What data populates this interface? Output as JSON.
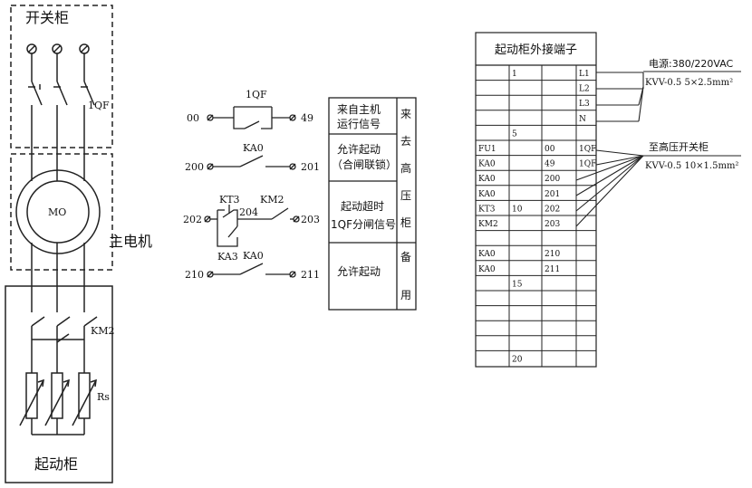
{
  "left": {
    "switchgear_label": "开关柜",
    "breaker_label": "1QF",
    "motor_symbol": "MO",
    "motor_label": "主电机",
    "contactor_label": "KM2",
    "resistor_label": "Rs",
    "starter_label": "起动柜"
  },
  "middle": {
    "circuits": [
      {
        "left_terminal": "00",
        "right_terminal": "49",
        "contact_label": "1QF",
        "description": "来自主机运行信号"
      },
      {
        "left_terminal": "200",
        "right_terminal": "201",
        "contact_label": "KA0",
        "description": "允许起动（合闸联锁）"
      },
      {
        "left_terminal": "202",
        "right_terminal": "203",
        "contact_label_a": "KT3",
        "mid_terminal": "204",
        "contact_label_b": "KM2",
        "contact_label_c": "KA3",
        "description": "起动超时1QF分闸信号"
      },
      {
        "left_terminal": "210",
        "right_terminal": "211",
        "contact_label": "KA0",
        "description": "允许起动"
      }
    ],
    "desc_lines": [
      [
        "来自主机",
        "运行信号"
      ],
      [
        "允许起动",
        "（合闸联锁）"
      ],
      [
        "起动超时",
        "1QF分闸信号"
      ],
      [
        "允许起动"
      ]
    ],
    "side_top": [
      "来",
      "去",
      "高",
      "压",
      "柜"
    ],
    "side_bottom": [
      "备",
      "用"
    ]
  },
  "terminal": {
    "title": "起动柜外接端子",
    "rows": [
      {
        "a": "",
        "b": "1",
        "c": "",
        "d": "L1"
      },
      {
        "a": "",
        "b": "",
        "c": "",
        "d": "L2"
      },
      {
        "a": "",
        "b": "",
        "c": "",
        "d": "L3"
      },
      {
        "a": "",
        "b": "",
        "c": "",
        "d": "N"
      },
      {
        "a": "",
        "b": "5",
        "c": "",
        "d": ""
      },
      {
        "a": "FU1",
        "b": "",
        "c": "00",
        "d": "1QF"
      },
      {
        "a": "KA0",
        "b": "",
        "c": "49",
        "d": "1QF"
      },
      {
        "a": "KA0",
        "b": "",
        "c": "200",
        "d": ""
      },
      {
        "a": "KA0",
        "b": "",
        "c": "201",
        "d": ""
      },
      {
        "a": "KT3",
        "b": "10",
        "c": "202",
        "d": ""
      },
      {
        "a": "KM2",
        "b": "",
        "c": "203",
        "d": ""
      },
      {
        "a": "",
        "b": "",
        "c": "",
        "d": ""
      },
      {
        "a": "KA0",
        "b": "",
        "c": "210",
        "d": ""
      },
      {
        "a": "KA0",
        "b": "",
        "c": "211",
        "d": ""
      },
      {
        "a": "",
        "b": "15",
        "c": "",
        "d": ""
      },
      {
        "a": "",
        "b": "",
        "c": "",
        "d": ""
      },
      {
        "a": "",
        "b": "",
        "c": "",
        "d": ""
      },
      {
        "a": "",
        "b": "",
        "c": "",
        "d": ""
      },
      {
        "a": "",
        "b": "",
        "c": "",
        "d": ""
      },
      {
        "a": "",
        "b": "20",
        "c": "",
        "d": ""
      }
    ]
  },
  "cables": {
    "power_label": "电源:380/220VAC",
    "power_cable": "KVV-0.5 5×2.5mm²",
    "hv_label": "至高压开关柜",
    "hv_cable": "KVV-0.5 10×1.5mm²"
  }
}
